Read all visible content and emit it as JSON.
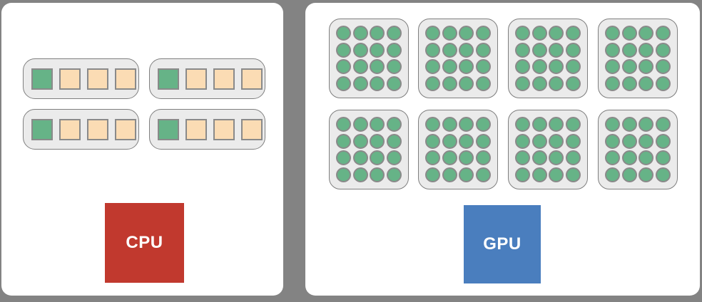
{
  "canvas": {
    "background_color": "#838383",
    "panel_color": "#ffffff"
  },
  "cpu_panel": {
    "label": "CPU",
    "label_text_color": "#ffffff",
    "label_bg_color": "#c1392e",
    "core_groups": 4,
    "units_per_group": 4,
    "green_units_per_group": 1,
    "core_color": "#66b387",
    "cache_color": "#fbdcb4",
    "group_bg_color": "#ebebeb",
    "group_border_color": "#7f7f7f",
    "unit_border_color": "#8a8a8a"
  },
  "gpu_panel": {
    "label": "GPU",
    "label_text_color": "#ffffff",
    "label_bg_color": "#4a7ebe",
    "core_blocks": 8,
    "blocks_per_row": 4,
    "cores_per_block": 16,
    "core_color": "#66b387",
    "block_bg_color": "#ebebeb",
    "block_border_color": "#7f7f7f",
    "core_border_color": "#8a8a8a"
  }
}
